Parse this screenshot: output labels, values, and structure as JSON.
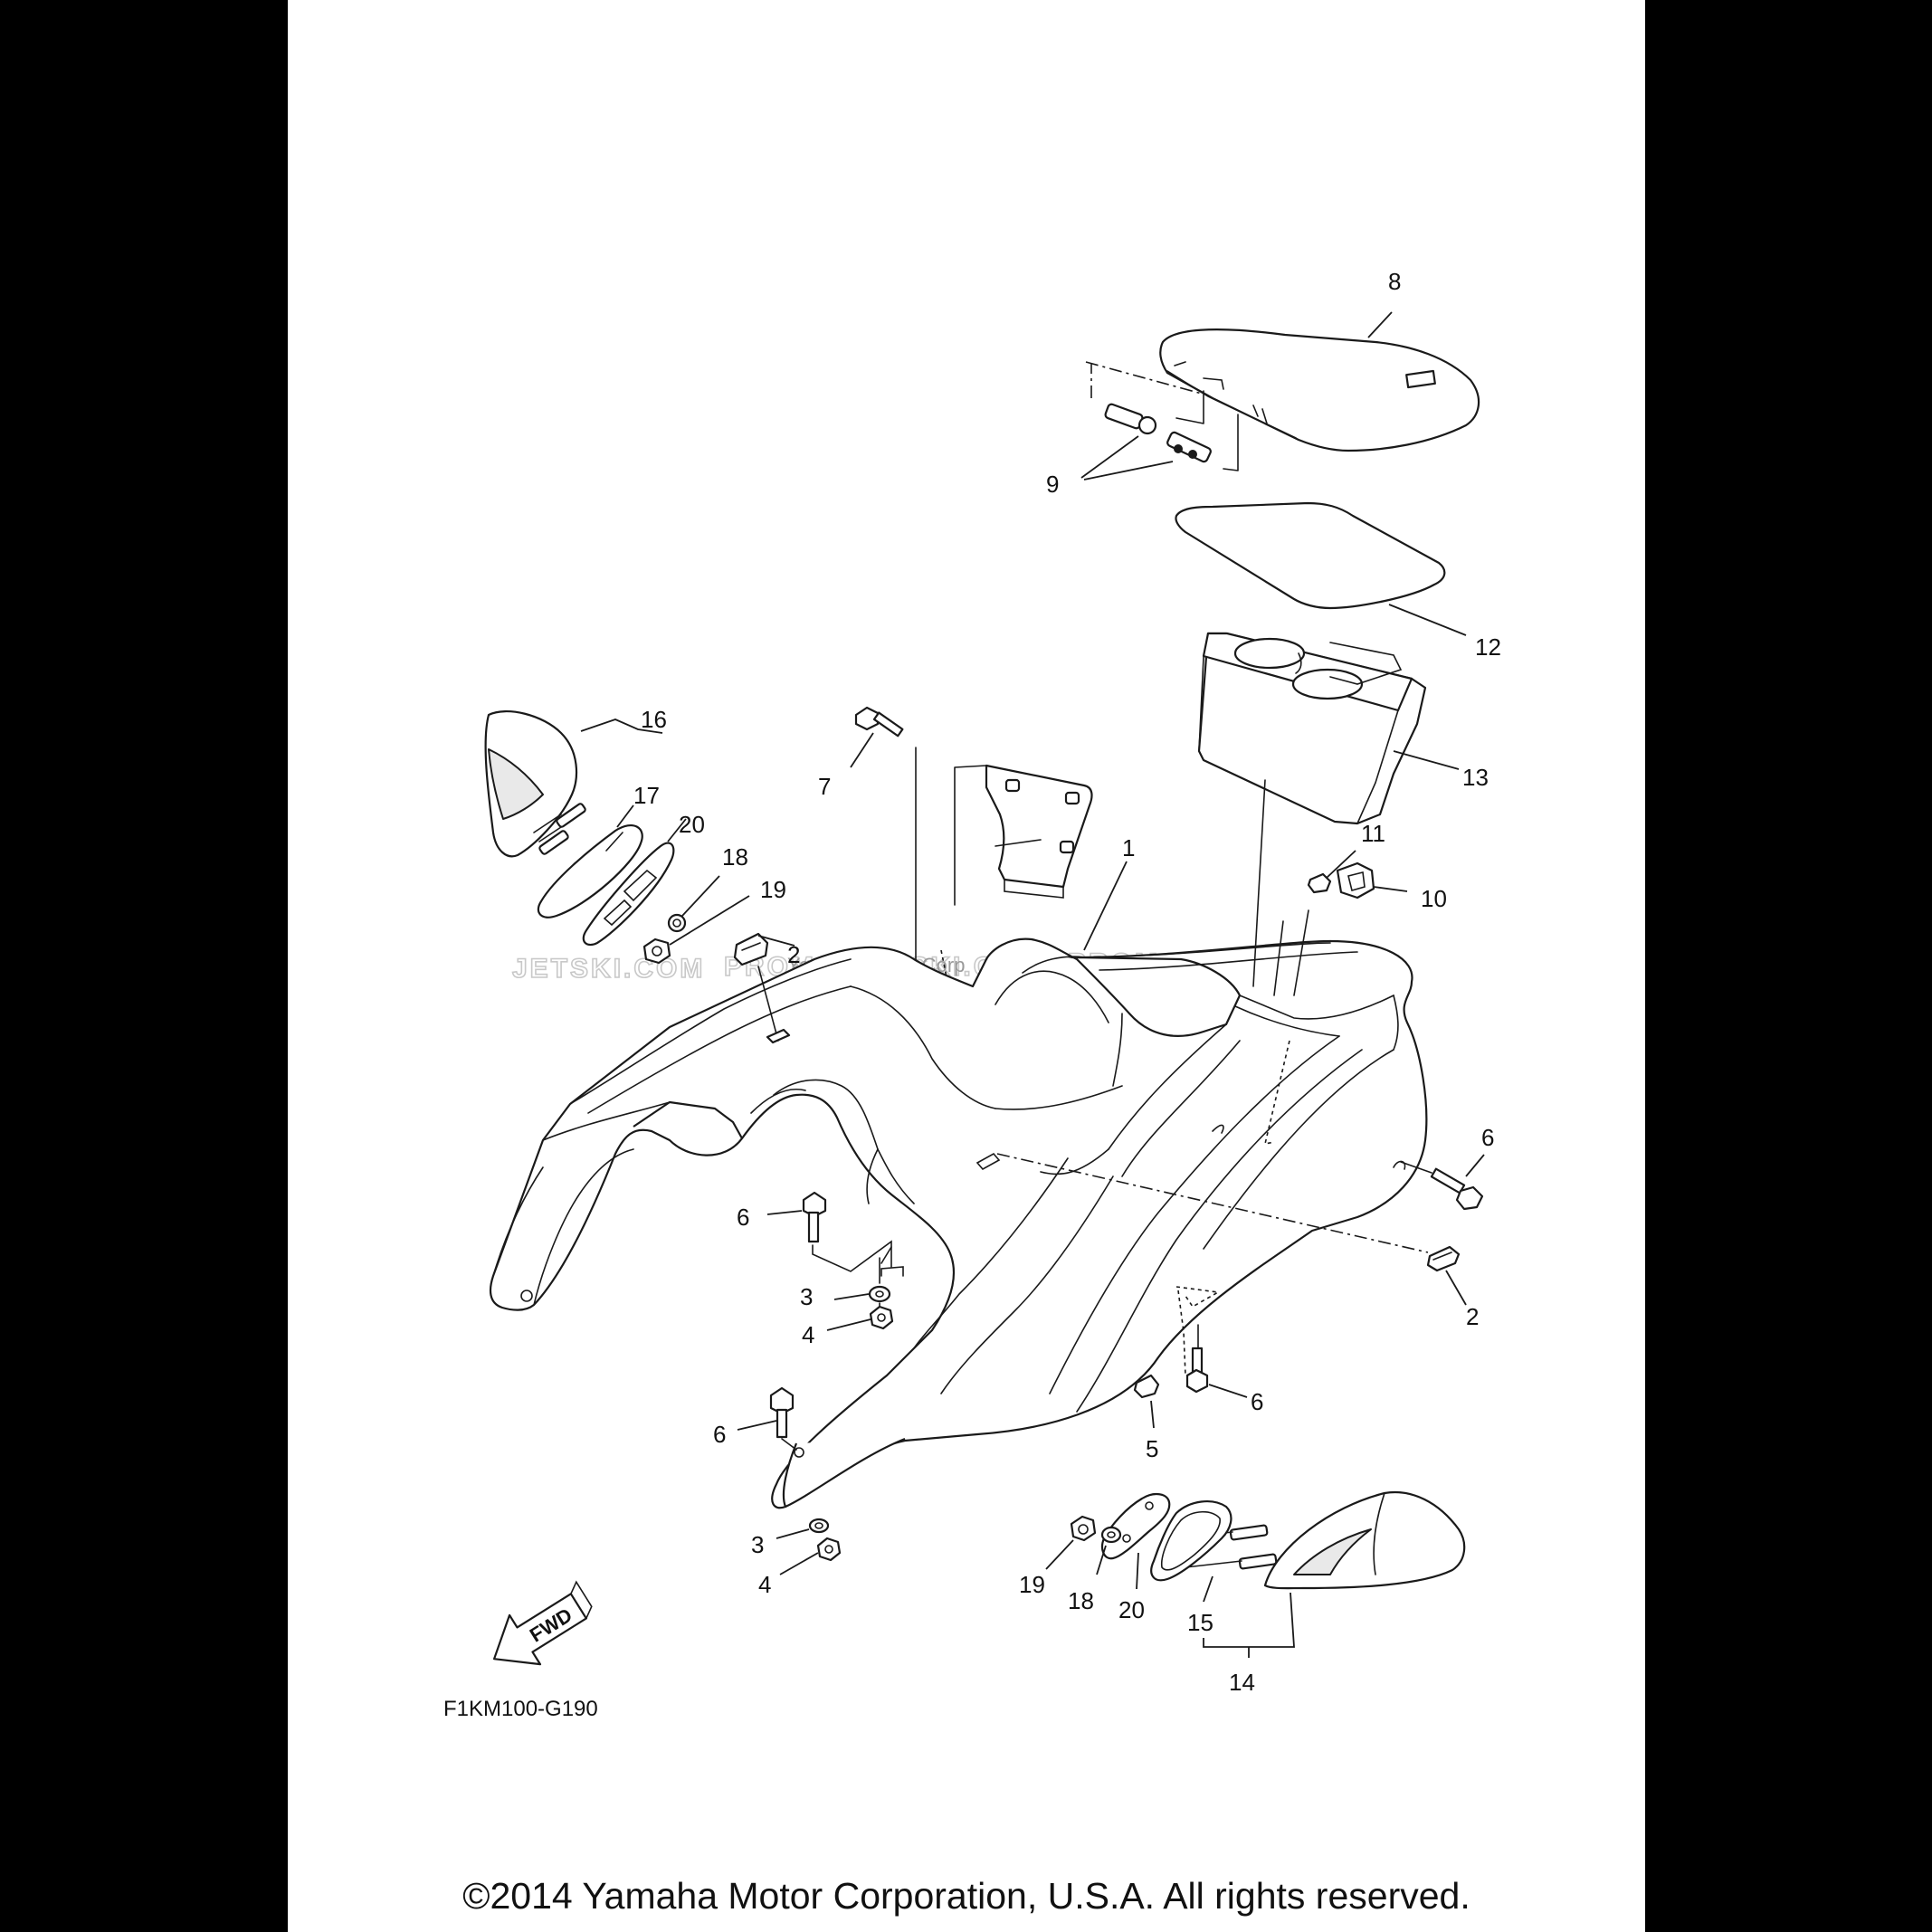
{
  "diagram": {
    "drawing_code": "F1KM100-G190",
    "fwd_arrow": {
      "label": "FWD"
    },
    "callouts": [
      "1",
      "2",
      "2",
      "3",
      "3",
      "4",
      "4",
      "5",
      "6",
      "6",
      "6",
      "6",
      "7",
      "8",
      "9",
      "10",
      "11",
      "12",
      "13",
      "14",
      "15",
      "16",
      "17",
      "18",
      "18",
      "19",
      "19",
      "20",
      "20"
    ],
    "watermarks": [
      "JETSKI.COM",
      "PROMO-JETSKI.COM",
      "Yamaha Motor Corp",
      "PROMO-JETSKI.COM"
    ]
  },
  "footer": {
    "copyright": "©2014 Yamaha Motor Corporation, U.S.A. All rights reserved."
  },
  "colors": {
    "background": "#000000",
    "sheet": "#ffffff",
    "line": "#1a1a1a",
    "watermark": "#c8c8c8"
  }
}
